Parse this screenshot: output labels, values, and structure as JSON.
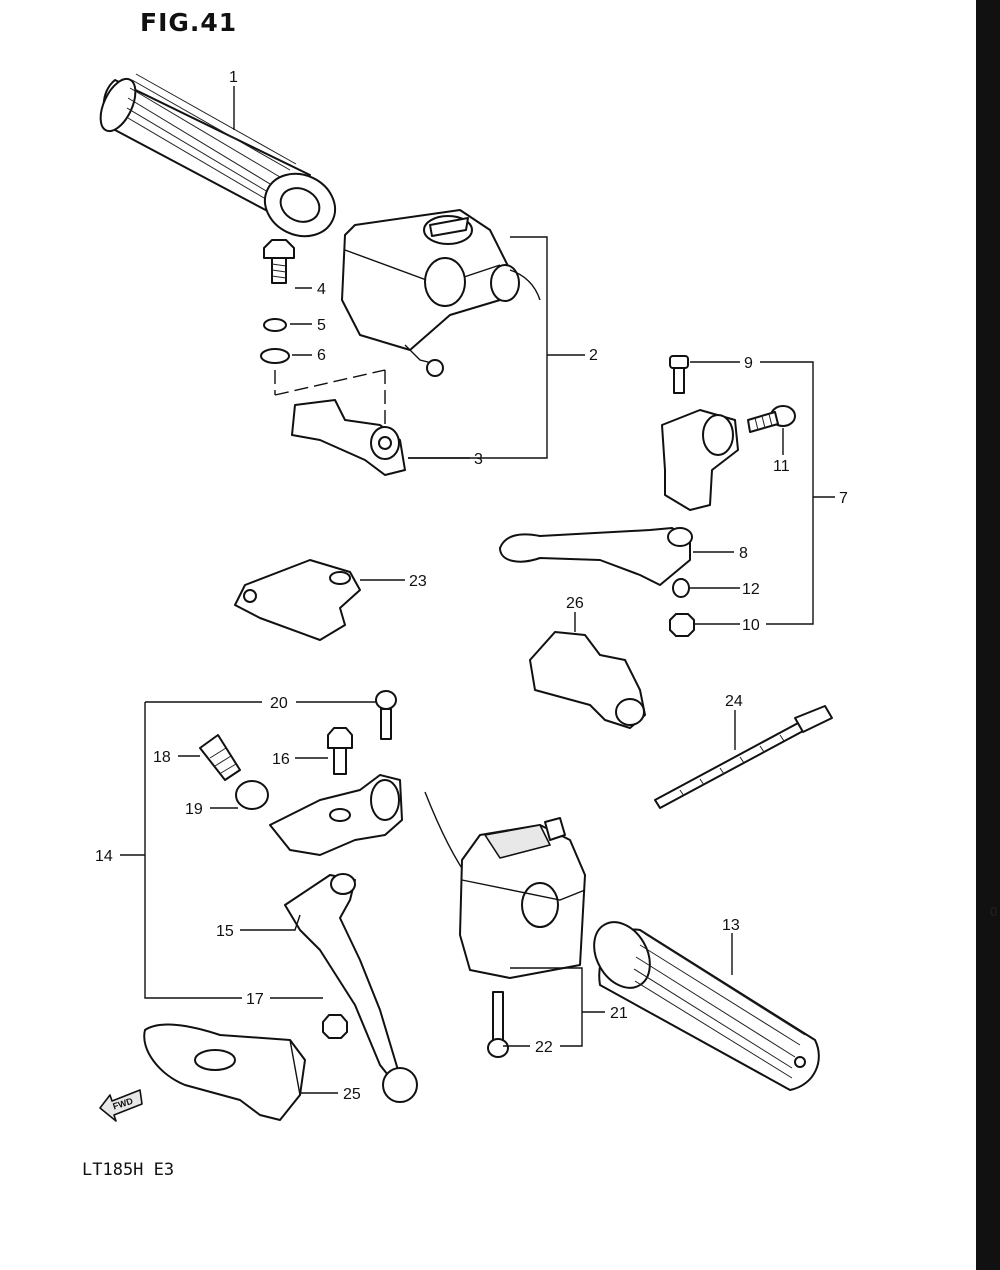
{
  "figure": {
    "title": "FIG.41",
    "model": "LT185H  E3"
  },
  "edge_marks": [
    "0"
  ],
  "fwd_arrow": {
    "text": "FWD"
  },
  "callouts": [
    "1",
    "2",
    "3",
    "4",
    "5",
    "6",
    "7",
    "8",
    "9",
    "10",
    "11",
    "12",
    "13",
    "14",
    "15",
    "16",
    "17",
    "18",
    "19",
    "20",
    "21",
    "22",
    "23",
    "24",
    "25",
    "26"
  ],
  "colors": {
    "ink": "#111111",
    "paper": "#ffffff",
    "shade": "#e8e8e8"
  }
}
